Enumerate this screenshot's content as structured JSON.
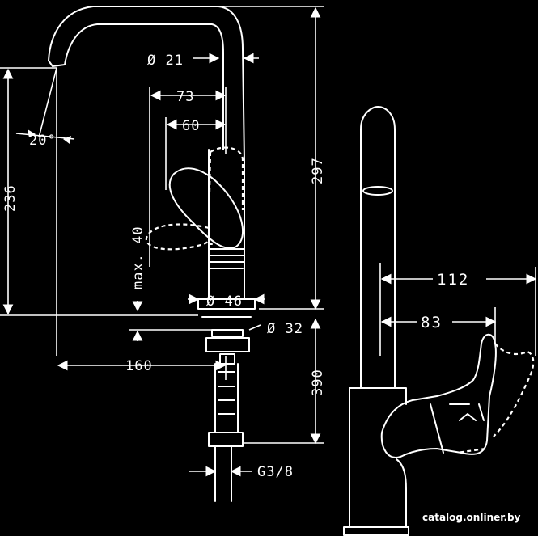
{
  "drawing": {
    "front_view": {
      "dim_diameter_21": "Ø 21",
      "dim_73": "73",
      "dim_60": "60",
      "dim_angle": "20°",
      "dim_236": "236",
      "dim_297": "297",
      "dim_max40": "max. 40",
      "dim_diameter_46": "Ø 46",
      "dim_diameter_32": "Ø 32",
      "dim_160": "160",
      "dim_390": "390",
      "dim_thread": "G3/8"
    },
    "side_view": {
      "dim_112": "112",
      "dim_83": "83"
    }
  },
  "watermark": "catalog.onliner.by",
  "colors": {
    "background": "#000000",
    "lines": "#ffffff"
  }
}
